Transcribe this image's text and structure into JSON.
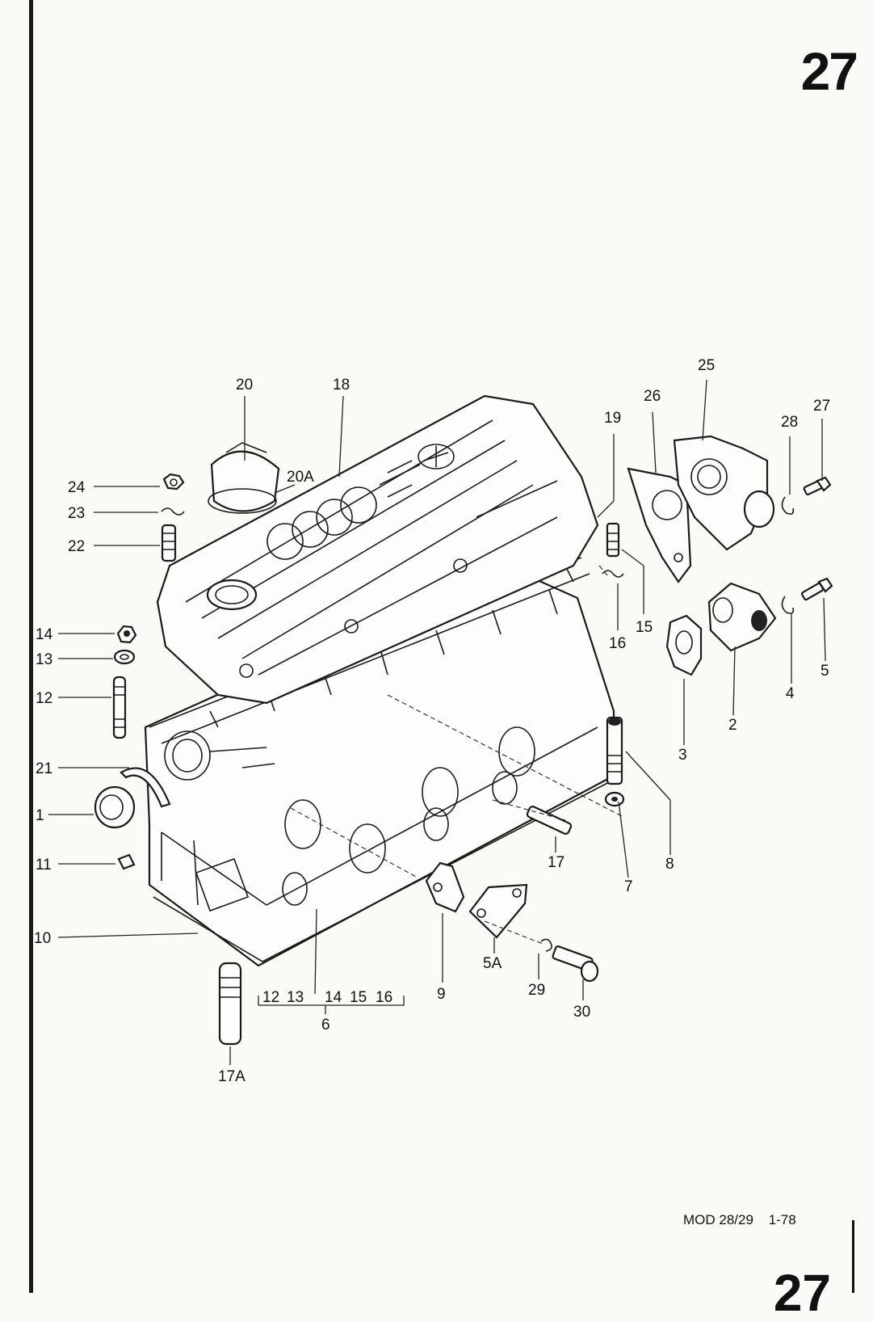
{
  "page": {
    "number": "27",
    "number_bottom": "27",
    "model": "MOD 28/29",
    "date": "1-78"
  },
  "callouts": [
    {
      "id": "c-20",
      "label": "20"
    },
    {
      "id": "c-18",
      "label": "18"
    },
    {
      "id": "c-20A",
      "label": "20A"
    },
    {
      "id": "c-24",
      "label": "24"
    },
    {
      "id": "c-23",
      "label": "23"
    },
    {
      "id": "c-22",
      "label": "22"
    },
    {
      "id": "c-14",
      "label": "14"
    },
    {
      "id": "c-13",
      "label": "13"
    },
    {
      "id": "c-12",
      "label": "12"
    },
    {
      "id": "c-21",
      "label": "21"
    },
    {
      "id": "c-1",
      "label": "1"
    },
    {
      "id": "c-11",
      "label": "11"
    },
    {
      "id": "c-10",
      "label": "10"
    },
    {
      "id": "c-17A",
      "label": "17A"
    },
    {
      "id": "c-6",
      "label": "6"
    },
    {
      "id": "c-9",
      "label": "9"
    },
    {
      "id": "c-5A",
      "label": "5A"
    },
    {
      "id": "c-29",
      "label": "29"
    },
    {
      "id": "c-30",
      "label": "30"
    },
    {
      "id": "c-17",
      "label": "17"
    },
    {
      "id": "c-7",
      "label": "7"
    },
    {
      "id": "c-8",
      "label": "8"
    },
    {
      "id": "c-3",
      "label": "3"
    },
    {
      "id": "c-2",
      "label": "2"
    },
    {
      "id": "c-4",
      "label": "4"
    },
    {
      "id": "c-5",
      "label": "5"
    },
    {
      "id": "c-16",
      "label": "16"
    },
    {
      "id": "c-15",
      "label": "15"
    },
    {
      "id": "c-19",
      "label": "19"
    },
    {
      "id": "c-26",
      "label": "26"
    },
    {
      "id": "c-25",
      "label": "25"
    },
    {
      "id": "c-28",
      "label": "28"
    },
    {
      "id": "c-27",
      "label": "27"
    }
  ],
  "bracket_group": {
    "items": [
      "12",
      "13",
      "14",
      "15",
      "16"
    ],
    "label": "6"
  }
}
